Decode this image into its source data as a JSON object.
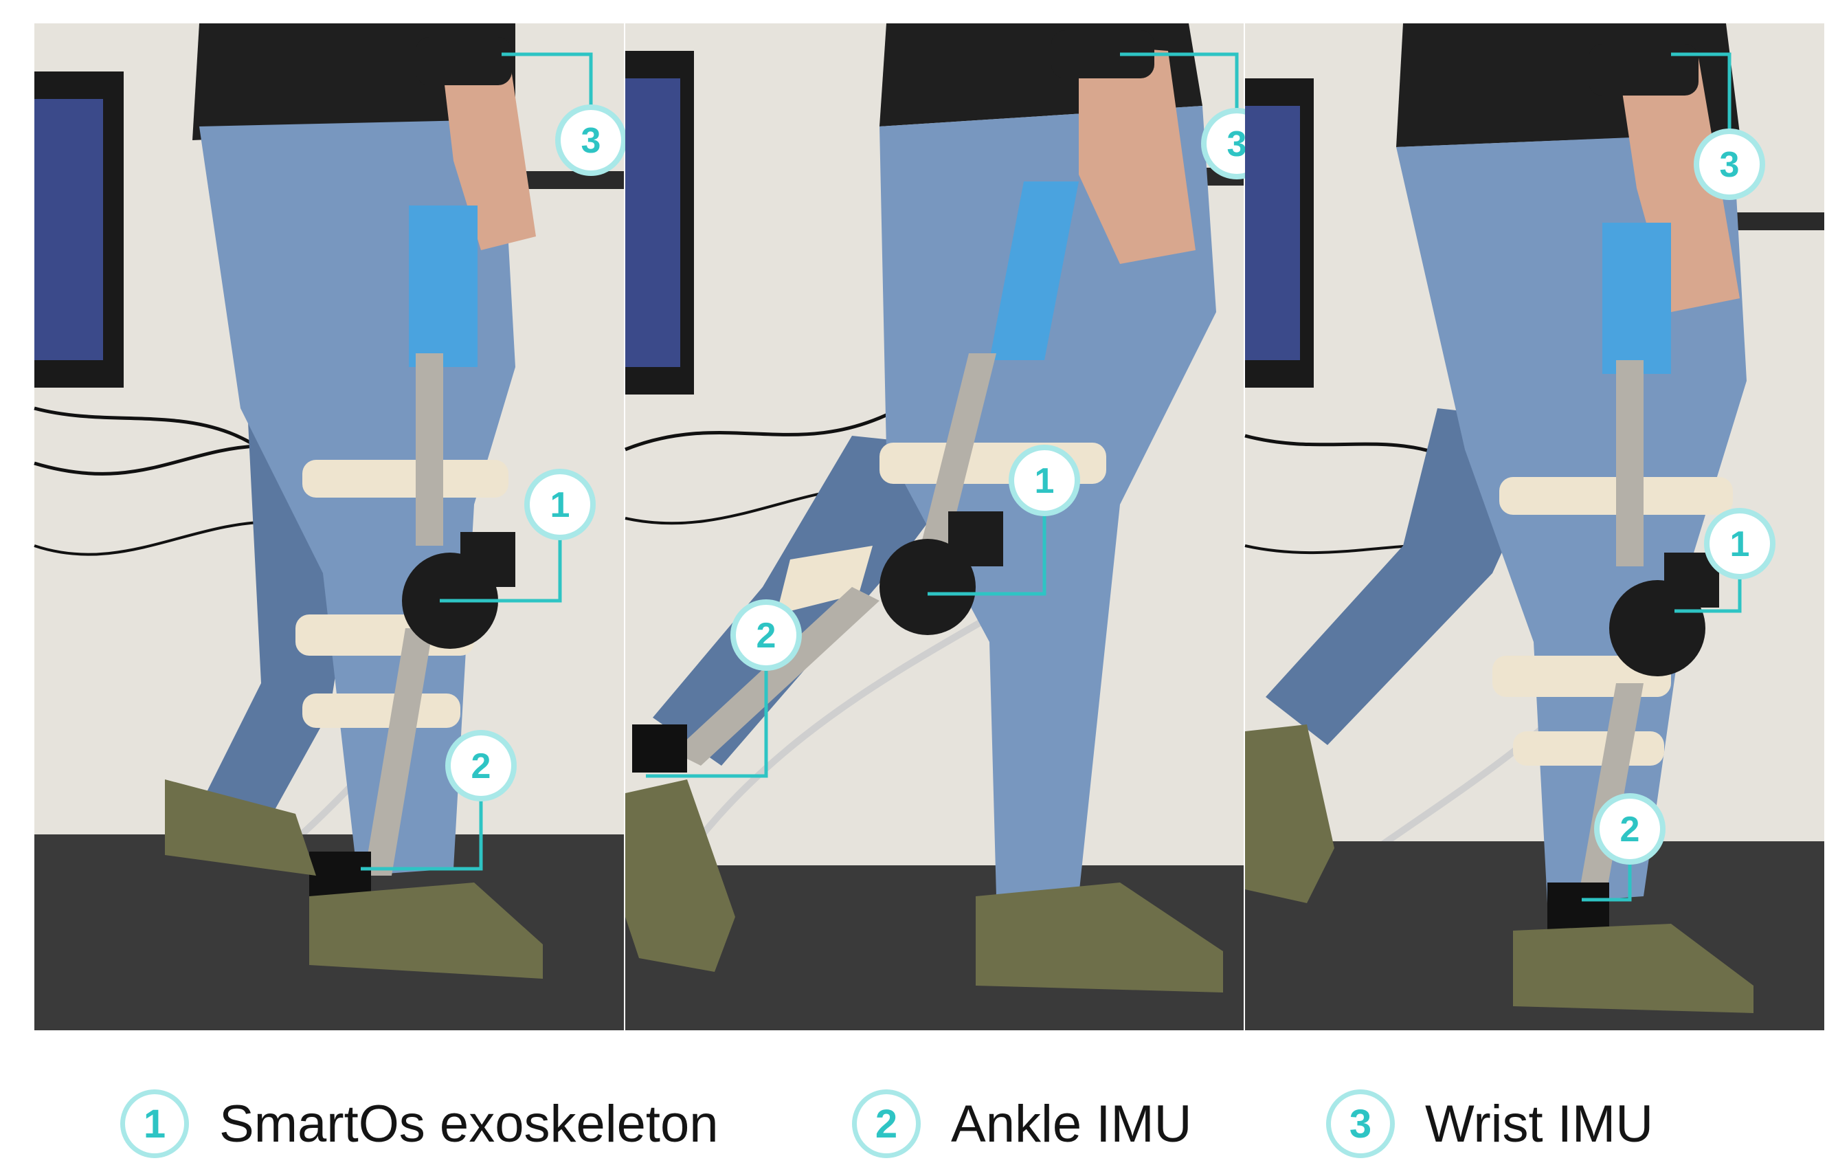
{
  "colors": {
    "accent": "#2ec4c4",
    "accent_ring": "#a8e8e8",
    "wall": "#e6e3dc",
    "denim": "#7897bf",
    "denim_dark": "#5b78a0",
    "shirt": "#1f1f1f",
    "treadmill": "#3a3a3a",
    "shoe": "#6e6f4a",
    "strap": "#eee4cf",
    "foam": "#4aa3df",
    "frame": "#b4b0a8",
    "motor": "#1c1c1c"
  },
  "panels": [
    {
      "callouts": [
        "1",
        "2",
        "3"
      ]
    },
    {
      "callouts": [
        "1",
        "2",
        "3"
      ]
    },
    {
      "callouts": [
        "1",
        "2",
        "3"
      ]
    }
  ],
  "legend": [
    {
      "number": "1",
      "label": "SmartOs exoskeleton",
      "icon": "number-circle-icon"
    },
    {
      "number": "2",
      "label": "Ankle IMU",
      "icon": "number-circle-icon"
    },
    {
      "number": "3",
      "label": "Wrist IMU",
      "icon": "number-circle-icon"
    }
  ]
}
